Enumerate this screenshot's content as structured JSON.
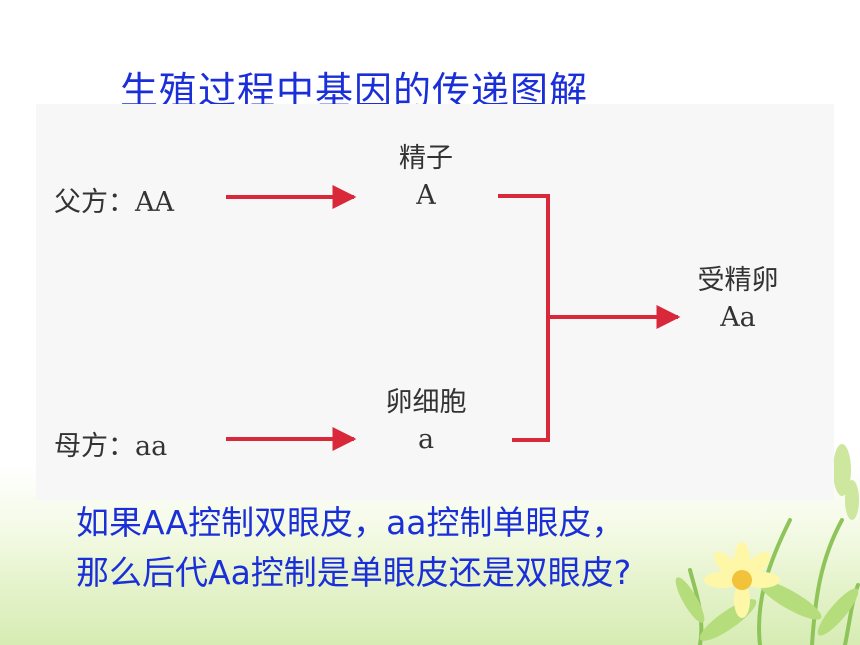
{
  "title": "生殖过程中基因的传递图解",
  "diagram": {
    "father": "父方：AA",
    "mother": "母方：aa",
    "sperm_label": "精子",
    "sperm_genotype": "A",
    "egg_label": "卵细胞",
    "egg_genotype": "a",
    "zygote_label": "受精卵",
    "zygote_genotype": "Aa"
  },
  "question": {
    "line1": "如果AA控制双眼皮，aa控制单眼皮，",
    "line2": "那么后代Aa控制是单眼皮还是双眼皮?"
  },
  "colors": {
    "title": "#1b2fd8",
    "arrow": "#d8283a",
    "panel": "#f7f7f7"
  }
}
